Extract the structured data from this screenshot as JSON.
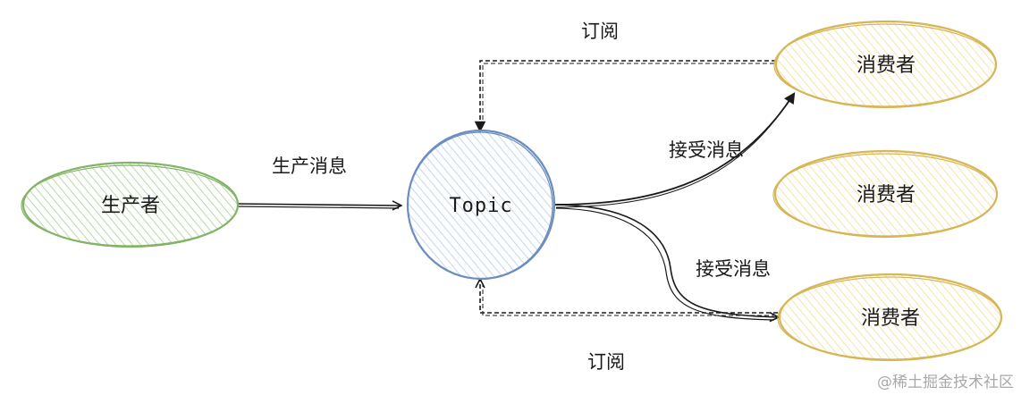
{
  "nodes": {
    "producer": {
      "label": "生产者",
      "stroke": "#82b366",
      "fill": "#d5e8d4"
    },
    "topic": {
      "label": "Topic",
      "stroke": "#6c8ebf",
      "fill": "#dae8fc"
    },
    "consumer_1": {
      "label": "消费者",
      "stroke": "#d6b656",
      "fill": "#fff2cc"
    },
    "consumer_2": {
      "label": "消费者",
      "stroke": "#d6b656",
      "fill": "#fff2cc"
    },
    "consumer_3": {
      "label": "消费者",
      "stroke": "#d6b656",
      "fill": "#fff2cc"
    }
  },
  "edges": {
    "produce": {
      "label": "生产消息"
    },
    "receive_1": {
      "label": "接受消息"
    },
    "receive_2": {
      "label": "接受消息"
    },
    "subscribe_top": {
      "label": "订阅"
    },
    "subscribe_bottom": {
      "label": "订阅"
    }
  },
  "watermark": "@稀土掘金技术社区"
}
